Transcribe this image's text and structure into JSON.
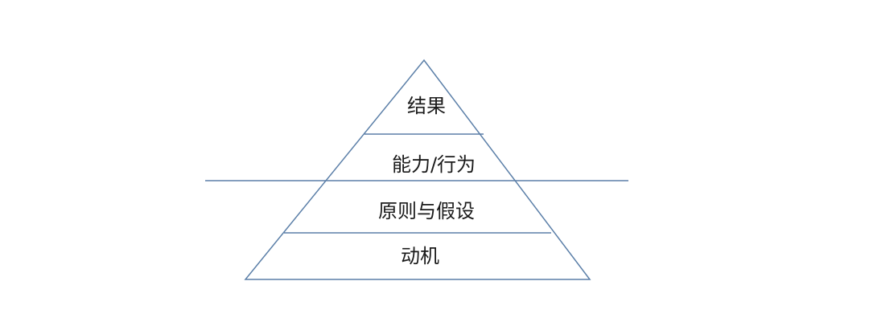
{
  "diagram": {
    "levels": [
      {
        "label": "结果"
      },
      {
        "label": "能力/行为"
      },
      {
        "label": "原则与假设"
      },
      {
        "label": "动机"
      }
    ],
    "line_color": "#5b7fa8"
  }
}
